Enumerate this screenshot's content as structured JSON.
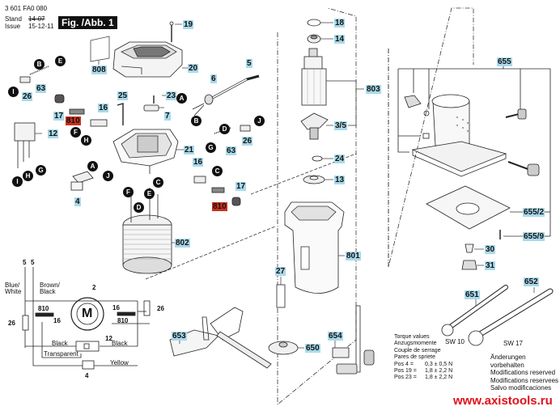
{
  "header": {
    "part_number": "3 601 FA0 080",
    "stand_label": "Stand",
    "issue_label": "Issue",
    "stand_value": "14-07",
    "issue_value": "15-12-11",
    "figure_title": "Fig. /Abb. 1"
  },
  "colors": {
    "label_bg": "#a9d9ea",
    "highlight_label_bg": "#c8321e",
    "website": "#e0121c",
    "connector_circle": "#111111"
  },
  "part_labels": {
    "p19": "19",
    "p20": "20",
    "p808": "808",
    "p5": "5",
    "p6": "6",
    "p23": "23",
    "p7": "7",
    "p25": "25",
    "p16a": "16",
    "p16b": "16",
    "p17a": "17",
    "p17b": "17",
    "p810a": "810",
    "p810b": "810",
    "p12": "12",
    "p63a": "63",
    "p63b": "63",
    "p26a": "26",
    "p26b": "26",
    "p21": "21",
    "p4": "4",
    "p802": "802",
    "p18": "18",
    "p14": "14",
    "p803": "803",
    "p35": "3/5",
    "p24": "24",
    "p13": "13",
    "p801": "801",
    "p27": "27",
    "p655": "655",
    "p6552": "655/2",
    "p6559": "655/9",
    "p30": "30",
    "p31": "31",
    "p651": "651",
    "p652": "652",
    "p653": "653",
    "p650": "650",
    "p654": "654"
  },
  "connectors": {
    "B1": "B",
    "E1": "E",
    "I1": "I",
    "F1": "F",
    "H1": "H",
    "H2": "H",
    "G1": "G",
    "I2": "I",
    "A1": "A",
    "J1": "J",
    "A2": "A",
    "B2": "B",
    "D1": "D",
    "J2": "J",
    "G2": "G",
    "C1": "C",
    "C2": "C",
    "F2": "F",
    "E2": "E",
    "D2": "D"
  },
  "wiring": {
    "terminal_left": "5",
    "terminal_right": "5",
    "blue_white": "Blue/\nWhite",
    "brown_black": "Brown/\nBlack",
    "motor_symbol": "M",
    "motor_ref": "2",
    "left_brush": "810",
    "left_holder": "16",
    "right_holder": "16",
    "right_brush": "810",
    "left_cap": "26",
    "right_cap": "26",
    "suppressor": "12",
    "black_left": "Black",
    "black_right": "Black",
    "transparent": "Transparent",
    "yellow": "Yellow",
    "switch": "4"
  },
  "wrenches": {
    "sw10": "SW 10",
    "sw17": "SW 17"
  },
  "torque": {
    "lines": [
      "Torque values",
      "Anzugsmomente",
      "Couple de serrage",
      "Pares de spriete"
    ],
    "rows": [
      {
        "pos": "Pos   4  =",
        "value": "0,3 ± 0,5 N"
      },
      {
        "pos": "Pos  19 =",
        "value": "1,8 ± 2,2 N"
      },
      {
        "pos": "Pos  23 =",
        "value": "1,8 ± 2,2 N"
      }
    ]
  },
  "modifications": [
    "Änderungen vorbehalten",
    "Modifications reserved",
    "Modifications reservees",
    "Salvo modificaciones"
  ],
  "website": "www.axistools.ru"
}
